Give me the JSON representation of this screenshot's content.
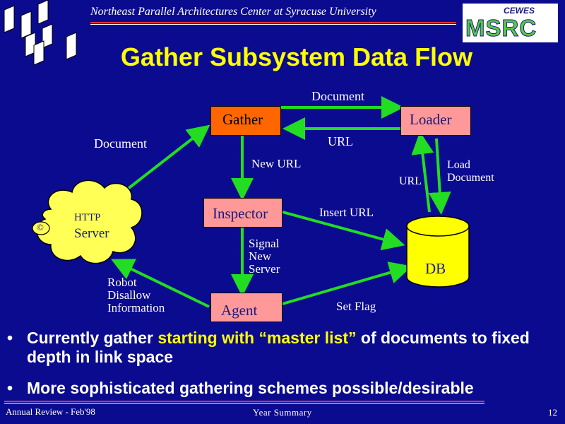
{
  "header": {
    "institution": "Northeast Parallel Architectures Center at Syracuse University",
    "logo_top": "CEWES",
    "logo_bottom": "MSRC"
  },
  "title": "Gather Subsystem Data Flow",
  "diagram": {
    "nodes": {
      "gather": "Gather",
      "loader": "Loader",
      "inspector": "Inspector",
      "agent": "Agent",
      "db": "DB",
      "server_http": "HTTP",
      "server": "Server",
      "copyright": "©"
    },
    "labels": {
      "document_top": "Document",
      "url_top": "URL",
      "document_left": "Document",
      "new_url": "New URL",
      "url_right": "URL",
      "load_document": [
        "Load",
        "Document"
      ],
      "insert_url": "Insert URL",
      "signal_new_server": [
        "Signal",
        "New",
        "Server"
      ],
      "robot_disallow": [
        "Robot",
        "Disallow",
        "Information"
      ],
      "set_flag": "Set Flag"
    },
    "colors": {
      "arrow": "#22dd22",
      "gather_fill": "#ff6600",
      "box_fill": "#ff9999",
      "db_fill": "#ffff00",
      "cloud_fill": "#ffff55"
    }
  },
  "bullets": [
    {
      "parts": [
        "Currently gather ",
        "starting with “master list”",
        " of documents to fixed depth in link space"
      ]
    },
    {
      "parts": [
        "More sophisticated gathering schemes possible/desirable"
      ]
    }
  ],
  "footer": {
    "left": "Annual Review - Feb'98",
    "center": "Year Summary",
    "right": "12"
  }
}
